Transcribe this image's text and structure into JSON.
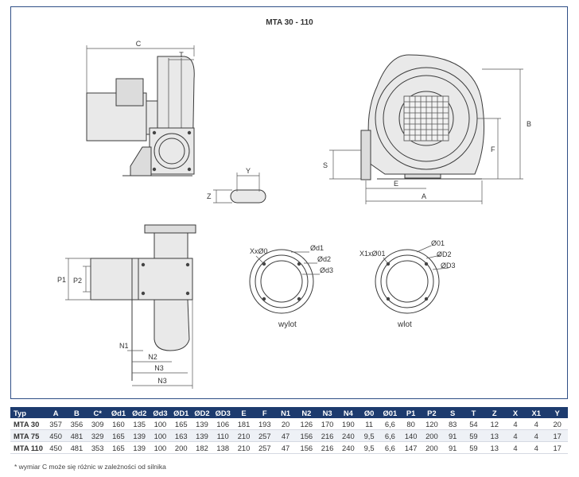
{
  "drawing": {
    "title": "MTA 30 - 110",
    "labels": {
      "C": "C",
      "T": "T",
      "B": "B",
      "F": "F",
      "S": "S",
      "E": "E",
      "A": "A",
      "Y": "Y",
      "Z": "Z",
      "P1": "P1",
      "P2": "P2",
      "N1": "N1",
      "N2": "N2",
      "N3a": "N3",
      "N3b": "N3",
      "XxO0": "XxØ0",
      "Od1": "Ød1",
      "Od2": "Ød2",
      "Od3": "Ød3",
      "X1xO01": "X1xØ01",
      "O01": "Ø01",
      "O02": "ØD2",
      "O03": "ØD3"
    },
    "captions": {
      "outlet": "wylot",
      "inlet": "wlot"
    }
  },
  "table": {
    "headers": [
      "Typ",
      "A",
      "B",
      "C*",
      "Ød1",
      "Ød2",
      "Ød3",
      "ØD1",
      "ØD2",
      "ØD3",
      "E",
      "F",
      "N1",
      "N2",
      "N3",
      "N4",
      "Ø0",
      "Ø01",
      "P1",
      "P2",
      "S",
      "T",
      "Z",
      "X",
      "X1",
      "Y"
    ],
    "rows": [
      [
        "MTA 30",
        "357",
        "356",
        "309",
        "160",
        "135",
        "100",
        "165",
        "139",
        "106",
        "181",
        "193",
        "20",
        "126",
        "170",
        "190",
        "11",
        "6,6",
        "80",
        "120",
        "83",
        "54",
        "12",
        "4",
        "4",
        "20"
      ],
      [
        "MTA 75",
        "450",
        "481",
        "329",
        "165",
        "139",
        "100",
        "163",
        "139",
        "110",
        "210",
        "257",
        "47",
        "156",
        "216",
        "240",
        "9,5",
        "6,6",
        "140",
        "200",
        "91",
        "59",
        "13",
        "4",
        "4",
        "17"
      ],
      [
        "MTA 110",
        "450",
        "481",
        "353",
        "165",
        "139",
        "100",
        "200",
        "182",
        "138",
        "210",
        "257",
        "47",
        "156",
        "216",
        "240",
        "9,5",
        "6,6",
        "147",
        "200",
        "91",
        "59",
        "13",
        "4",
        "4",
        "17"
      ]
    ]
  },
  "footnote": "* wymiar C może się różnic w zależności od silnika"
}
